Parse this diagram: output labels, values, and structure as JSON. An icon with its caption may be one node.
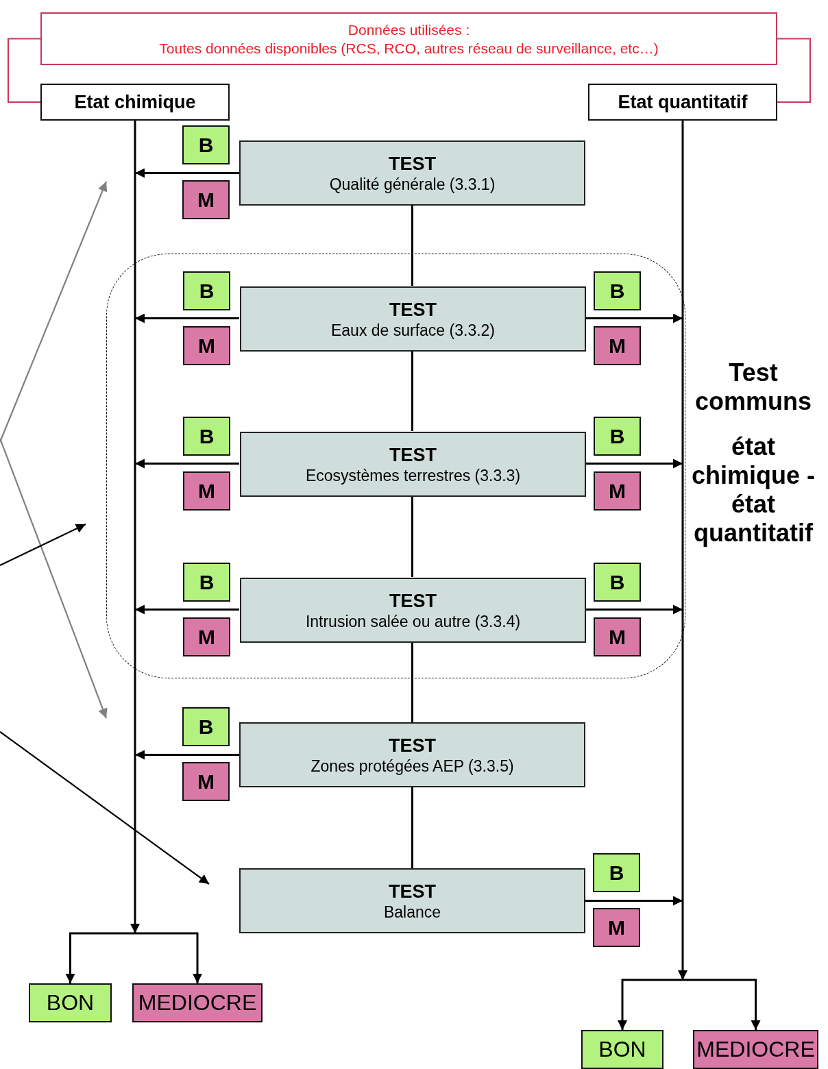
{
  "diagram": {
    "nodes": [
      {
        "text": [
          "Données utilisées :",
          "Toutes données disponibles (RCS, RCO, autres réseau de surveillance, etc…)"
        ]
      },
      {
        "text": [
          "Etat chimique"
        ]
      },
      {
        "text": [
          "Etat quantitatif"
        ]
      },
      {
        "text": [
          "TEST",
          "Qualité générale (3.3.1)"
        ]
      },
      {
        "text": [
          "B"
        ]
      },
      {
        "text": [
          "M"
        ]
      },
      {
        "text": [
          "Test communs",
          "état chimique - état quantitatif"
        ]
      },
      {
        "text": [
          "TEST",
          "Eaux de surface (3.3.2)"
        ],
        "in": 6
      },
      {
        "text": [
          "B"
        ],
        "in": 6
      },
      {
        "text": [
          "M"
        ],
        "in": 6
      },
      {
        "text": [
          "B"
        ],
        "in": 6
      },
      {
        "text": [
          "M"
        ],
        "in": 6
      },
      {
        "text": [
          "TEST",
          "Ecosystèmes terrestres (3.3.3)"
        ],
        "in": 6
      },
      {
        "text": [
          "B"
        ],
        "in": 6
      },
      {
        "text": [
          "M"
        ],
        "in": 6
      },
      {
        "text": [
          "B"
        ],
        "in": 6
      },
      {
        "text": [
          "M"
        ],
        "in": 6
      },
      {
        "text": [
          "TEST",
          "Intrusion salée ou autre (3.3.4)"
        ],
        "in": 6
      },
      {
        "text": [
          "B"
        ],
        "in": 6
      },
      {
        "text": [
          "M"
        ],
        "in": 6
      },
      {
        "text": [
          "B"
        ],
        "in": 6
      },
      {
        "text": [
          "M"
        ],
        "in": 6
      },
      {
        "text": [
          "TEST",
          "Zones protégées AEP (3.3.5)"
        ]
      },
      {
        "text": [
          "B"
        ]
      },
      {
        "text": [
          "M"
        ]
      },
      {
        "text": [
          "TEST",
          "Balance"
        ]
      },
      {
        "text": [
          "B"
        ]
      },
      {
        "text": [
          "M"
        ]
      },
      {
        "text": [
          "BON"
        ]
      },
      {
        "text": [
          "MEDIOCRE"
        ]
      },
      {
        "text": [
          "BON"
        ]
      },
      {
        "text": [
          "MEDIOCRE"
        ]
      }
    ],
    "edges": [
      {
        "from": 0,
        "to": 1,
        "arrow": "none",
        "color": "#c8385a"
      },
      {
        "from": 0,
        "to": 2,
        "arrow": "none",
        "color": "#c8385a"
      },
      {
        "from": 1,
        "to": 28,
        "arrow": "to"
      },
      {
        "from": 1,
        "to": 29,
        "arrow": "to"
      },
      {
        "from": 2,
        "to": 30,
        "arrow": "to"
      },
      {
        "from": 2,
        "to": 31,
        "arrow": "to"
      },
      {
        "from": 3,
        "to": null,
        "arrow": "to"
      },
      {
        "from": 7,
        "to": null,
        "arrow": "to"
      },
      {
        "from": 7,
        "to": null,
        "arrow": "to"
      },
      {
        "from": 12,
        "to": null,
        "arrow": "to"
      },
      {
        "from": 12,
        "to": null,
        "arrow": "to"
      },
      {
        "from": 17,
        "to": null,
        "arrow": "to"
      },
      {
        "from": 17,
        "to": null,
        "arrow": "to"
      },
      {
        "from": 22,
        "to": null,
        "arrow": "to"
      },
      {
        "from": 25,
        "to": null,
        "arrow": "to"
      },
      {
        "from": 3,
        "to": 7,
        "arrow": "none"
      },
      {
        "from": 7,
        "to": 12,
        "arrow": "none"
      },
      {
        "from": 12,
        "to": 17,
        "arrow": "none"
      },
      {
        "from": 17,
        "to": 22,
        "arrow": "none"
      },
      {
        "from": 22,
        "to": 25,
        "arrow": "none"
      }
    ]
  }
}
